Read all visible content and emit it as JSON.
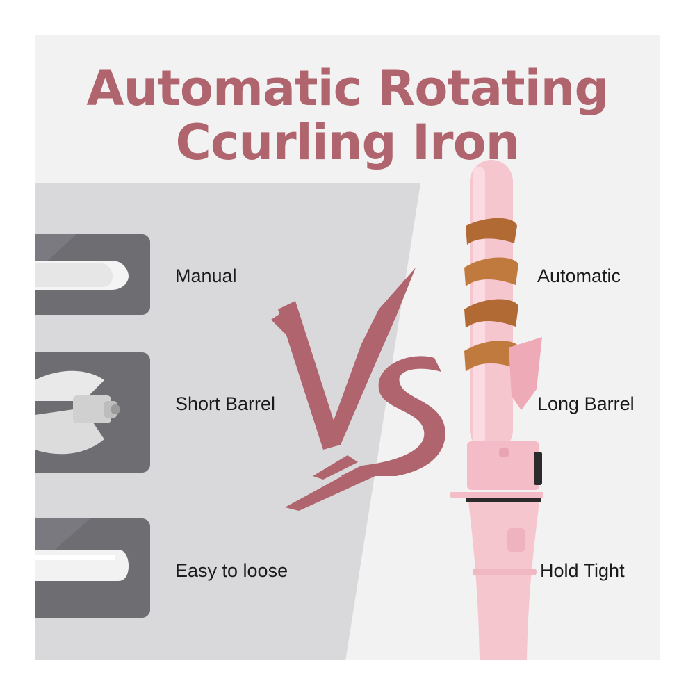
{
  "title": {
    "line1": "Automatic Rotating",
    "line2": "Ccurling Iron"
  },
  "vs_text": "VS",
  "left_features": [
    {
      "label": "Manual",
      "icon": "straight-barrel-tip-icon"
    },
    {
      "label": "Short Barrel",
      "icon": "short-barrel-icon"
    },
    {
      "label": "Easy to loose",
      "icon": "loose-barrel-icon"
    }
  ],
  "right_features": [
    {
      "label": "Automatic"
    },
    {
      "label": "Long Barrel"
    },
    {
      "label": "Hold Tight"
    }
  ],
  "colors": {
    "accent": "#b0646d",
    "device_pink": "#f6c6cf",
    "left_panel": "#d9d9db",
    "thumb_bg": "#6e6d72",
    "hair": "#b26a35"
  }
}
